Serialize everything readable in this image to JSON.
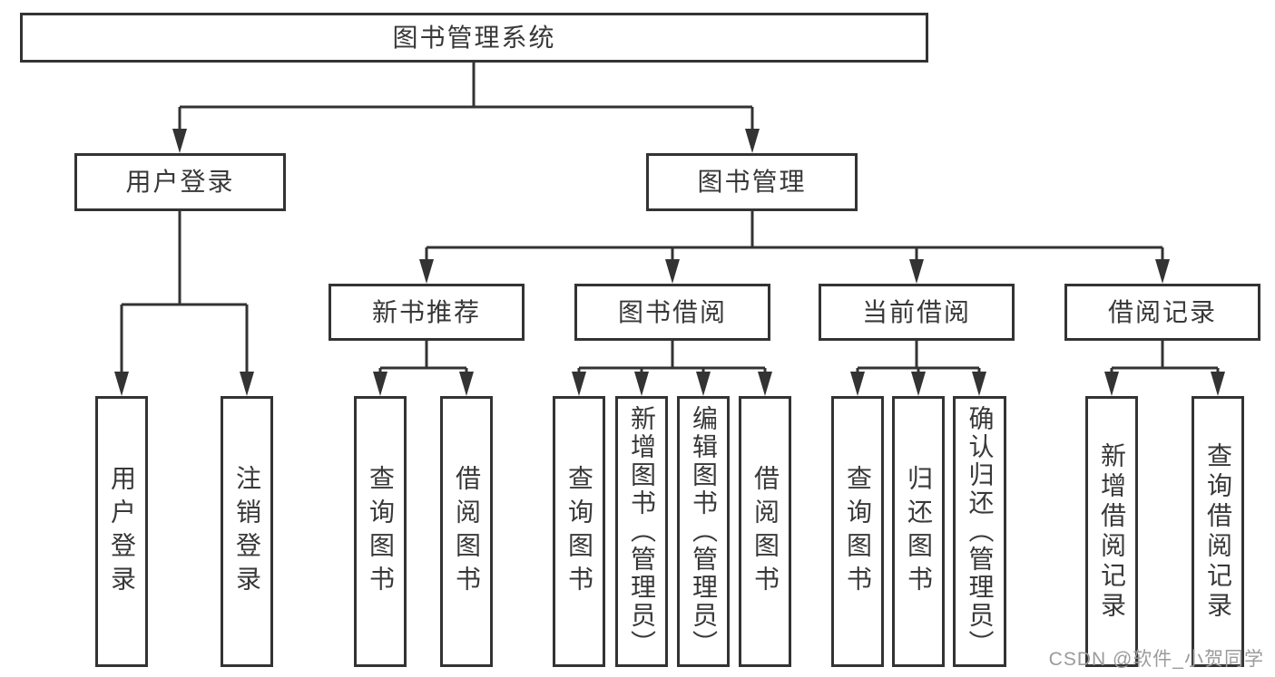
{
  "page": {
    "background": "#ffffff",
    "watermark": {
      "text": "CSDN @软件_小贺同学",
      "color": "#9b9b9b"
    }
  },
  "diagram": {
    "type": "tree",
    "line_color": "#333333",
    "text_color": "#383838",
    "box_background": "#ffffff",
    "nodes": {
      "root": {
        "label": "图书管理系统",
        "parent": null
      },
      "user_login_group": {
        "label": "用户登录",
        "parent": "root"
      },
      "book_mgmt": {
        "label": "图书管理",
        "parent": "root"
      },
      "leaf_user_login": {
        "label": "用户登录",
        "parent": "user_login_group"
      },
      "leaf_logout": {
        "label": "注销登录",
        "parent": "user_login_group"
      },
      "new_book_rec": {
        "label": "新书推荐",
        "parent": "book_mgmt"
      },
      "book_borrow": {
        "label": "图书借阅",
        "parent": "book_mgmt"
      },
      "current_borrow": {
        "label": "当前借阅",
        "parent": "book_mgmt"
      },
      "borrow_records": {
        "label": "借阅记录",
        "parent": "book_mgmt"
      },
      "rec_query_book": {
        "label": "查询图书",
        "parent": "new_book_rec"
      },
      "rec_borrow_book": {
        "label": "借阅图书",
        "parent": "new_book_rec"
      },
      "bb_query_book": {
        "label": "查询图书",
        "parent": "book_borrow"
      },
      "bb_add_book": {
        "label": "新增图书（管理员）",
        "parent": "book_borrow"
      },
      "bb_edit_book": {
        "label": "编辑图书（管理员）",
        "parent": "book_borrow"
      },
      "bb_borrow_book": {
        "label": "借阅图书",
        "parent": "book_borrow"
      },
      "cb_query_book": {
        "label": "查询图书",
        "parent": "current_borrow"
      },
      "cb_return_book": {
        "label": "归还图书",
        "parent": "current_borrow"
      },
      "cb_confirm_return": {
        "label": "确认归还（管理员）",
        "parent": "current_borrow"
      },
      "br_add_record": {
        "label": "新增借阅记录",
        "parent": "borrow_records"
      },
      "br_query_record": {
        "label": "查询借阅记录",
        "parent": "borrow_records"
      }
    }
  }
}
